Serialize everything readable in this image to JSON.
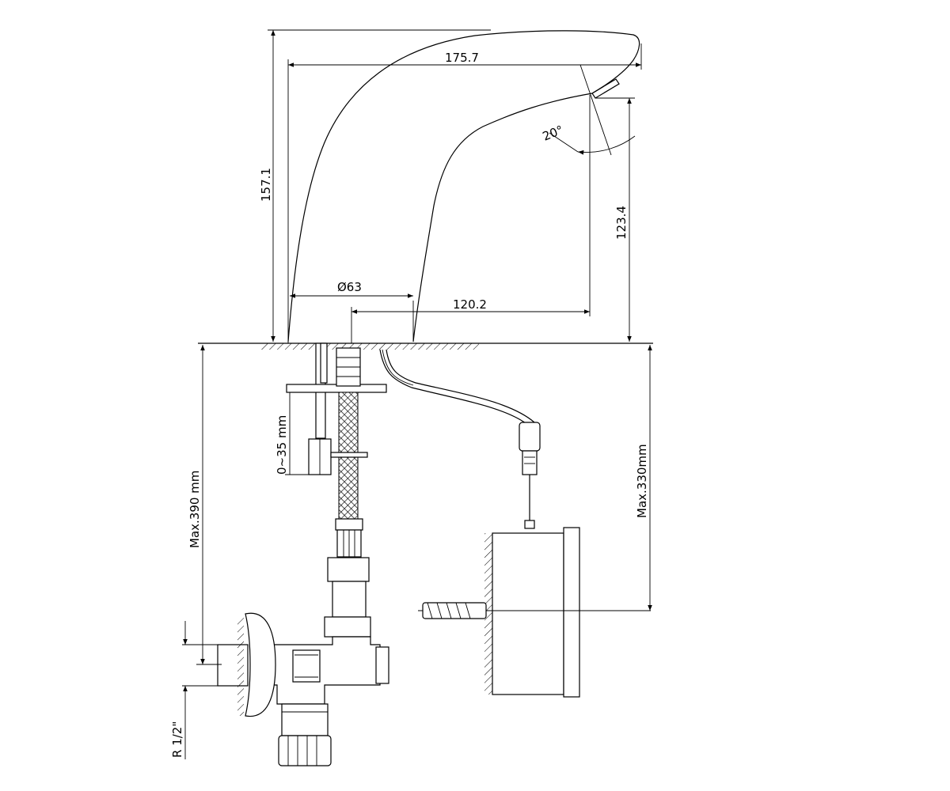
{
  "dimensions": {
    "spout_length": "175.7",
    "total_height": "157.1",
    "outlet_height": "123.4",
    "base_diameter": "Ø63",
    "outlet_reach": "120.2",
    "spray_angle": "20°",
    "deck_thickness": "0~35 mm",
    "max_hose_length": "Max.390 mm",
    "max_cable_length": "Max.330mm",
    "thread_size": "R 1/2\""
  }
}
